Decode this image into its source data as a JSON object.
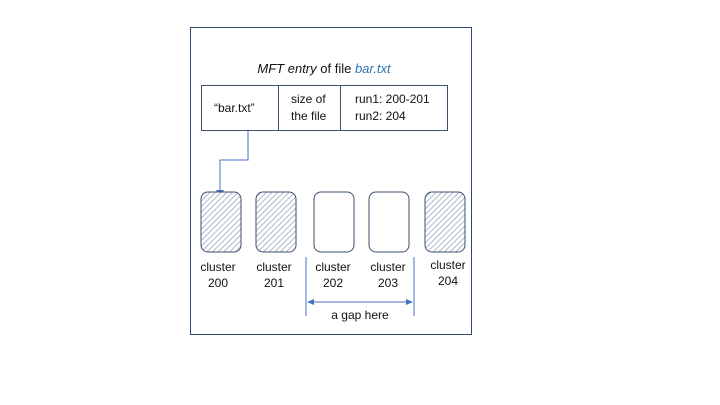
{
  "mft": {
    "title_prefix": "MFT entry",
    "title_middle": " of file ",
    "file_name": "bar.txt",
    "cells": {
      "name": "“bar.txt”",
      "size_line1": "size of",
      "size_line2": "the file",
      "run1": "run1: 200-201",
      "run2": "run2: 204"
    }
  },
  "clusters": [
    {
      "word": "cluster",
      "number": "200",
      "hatched": true
    },
    {
      "word": "cluster",
      "number": "201",
      "hatched": true
    },
    {
      "word": "cluster",
      "number": "202",
      "hatched": false
    },
    {
      "word": "cluster",
      "number": "203",
      "hatched": false
    },
    {
      "word": "cluster",
      "number": "204",
      "hatched": true
    }
  ],
  "gap": {
    "label": "a gap here"
  },
  "colors": {
    "border": "#3b4f6e",
    "accent": "#2e75b6",
    "arrow": "#4472c4",
    "hatch": "#8c9cb5"
  }
}
